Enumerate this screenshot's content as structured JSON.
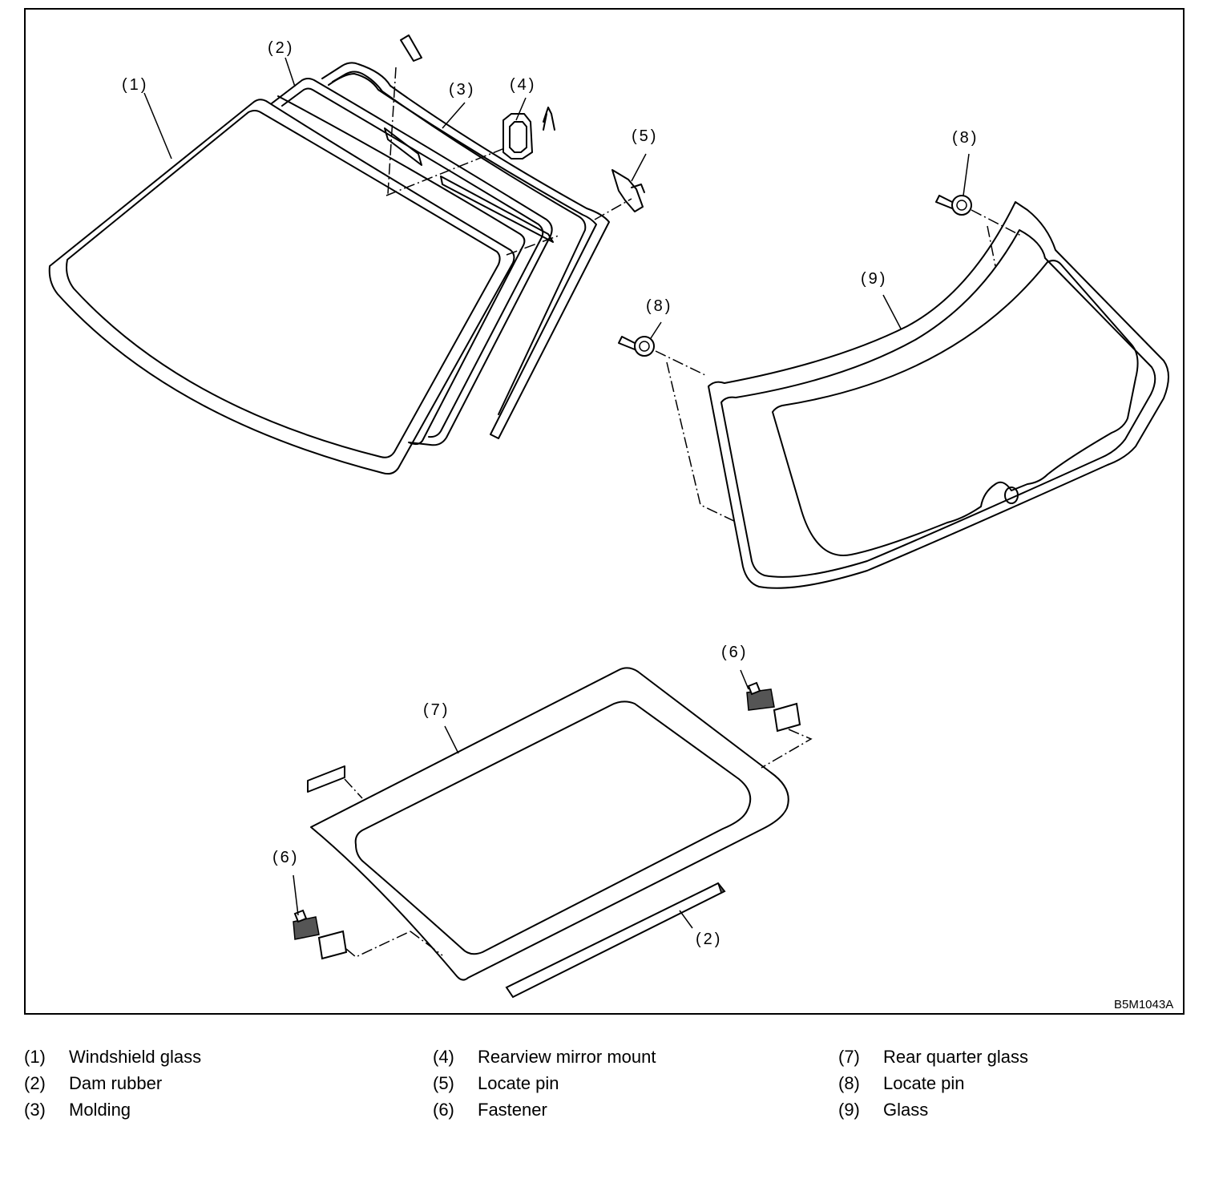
{
  "figure": {
    "code": "B5M1043A",
    "callouts": {
      "c1": "(1)",
      "c2a": "(2)",
      "c2b": "(2)",
      "c3": "(3)",
      "c4": "(4)",
      "c5": "(5)",
      "c6a": "(6)",
      "c6b": "(6)",
      "c7": "(7)",
      "c8a": "(8)",
      "c8b": "(8)",
      "c9": "(9)"
    }
  },
  "legend": {
    "columns": [
      [
        {
          "num": "(1)",
          "label": "Windshield glass"
        },
        {
          "num": "(2)",
          "label": "Dam rubber"
        },
        {
          "num": "(3)",
          "label": "Molding"
        }
      ],
      [
        {
          "num": "(4)",
          "label": "Rearview mirror mount"
        },
        {
          "num": "(5)",
          "label": "Locate pin"
        },
        {
          "num": "(6)",
          "label": "Fastener"
        }
      ],
      [
        {
          "num": "(7)",
          "label": "Rear quarter glass"
        },
        {
          "num": "(8)",
          "label": "Locate pin"
        },
        {
          "num": "(9)",
          "label": "Glass"
        }
      ]
    ]
  }
}
